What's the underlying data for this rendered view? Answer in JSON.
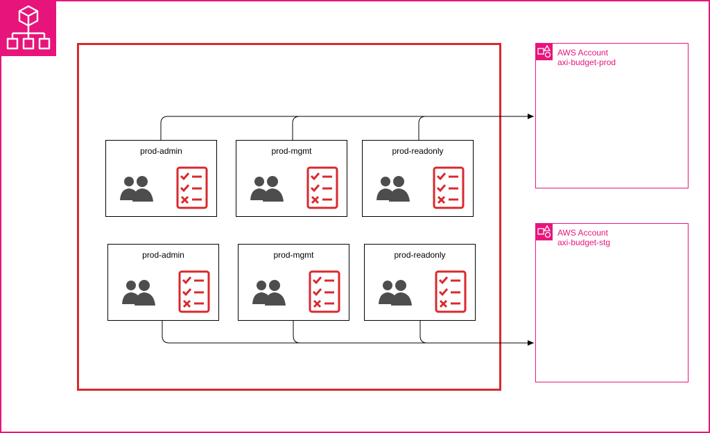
{
  "groups_row1": [
    {
      "title": "prod-admin"
    },
    {
      "title": "prod-mgmt"
    },
    {
      "title": "prod-readonly"
    }
  ],
  "groups_row2": [
    {
      "title": "prod-admin"
    },
    {
      "title": "prod-mgmt"
    },
    {
      "title": "prod-readonly"
    }
  ],
  "accounts": [
    {
      "label": "AWS Account",
      "name": "axi-budget-prod"
    },
    {
      "label": "AWS Account",
      "name": "axi-budget-stg"
    }
  ],
  "colors": {
    "organization_border": "#e7157b",
    "organizational_unit_border": "#d9282d",
    "account_accent": "#e7157b",
    "policy_icon": "#d9282d",
    "users_icon": "#4d4d4d"
  },
  "icons": {
    "organization": "organization-icon",
    "group_members": "users-icon",
    "group_policy": "policy-checklist-icon",
    "account": "aws-account-icon"
  }
}
